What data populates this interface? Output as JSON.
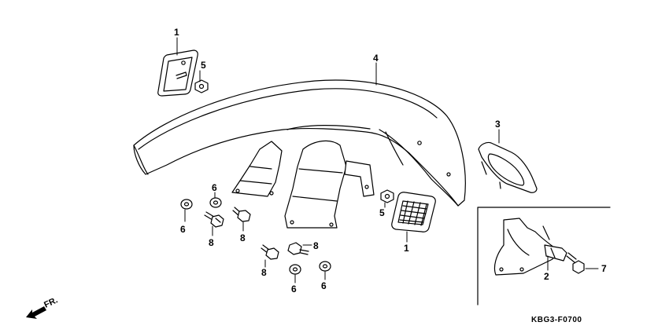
{
  "callouts": {
    "c1_top": "1",
    "c5_top": "5",
    "c4": "4",
    "c3": "3",
    "c6_a": "6",
    "c6_b": "6",
    "c8_a": "8",
    "c8_b": "8",
    "c8_c": "8",
    "c8_d": "8",
    "c6_c": "6",
    "c6_d": "6",
    "c5_mid": "5",
    "c1_mid": "1",
    "c2": "2",
    "c7": "7"
  },
  "direction_label": "FR.",
  "drawing_code": "KBG3-F0700",
  "icons": [
    "front-direction-arrow-icon"
  ]
}
